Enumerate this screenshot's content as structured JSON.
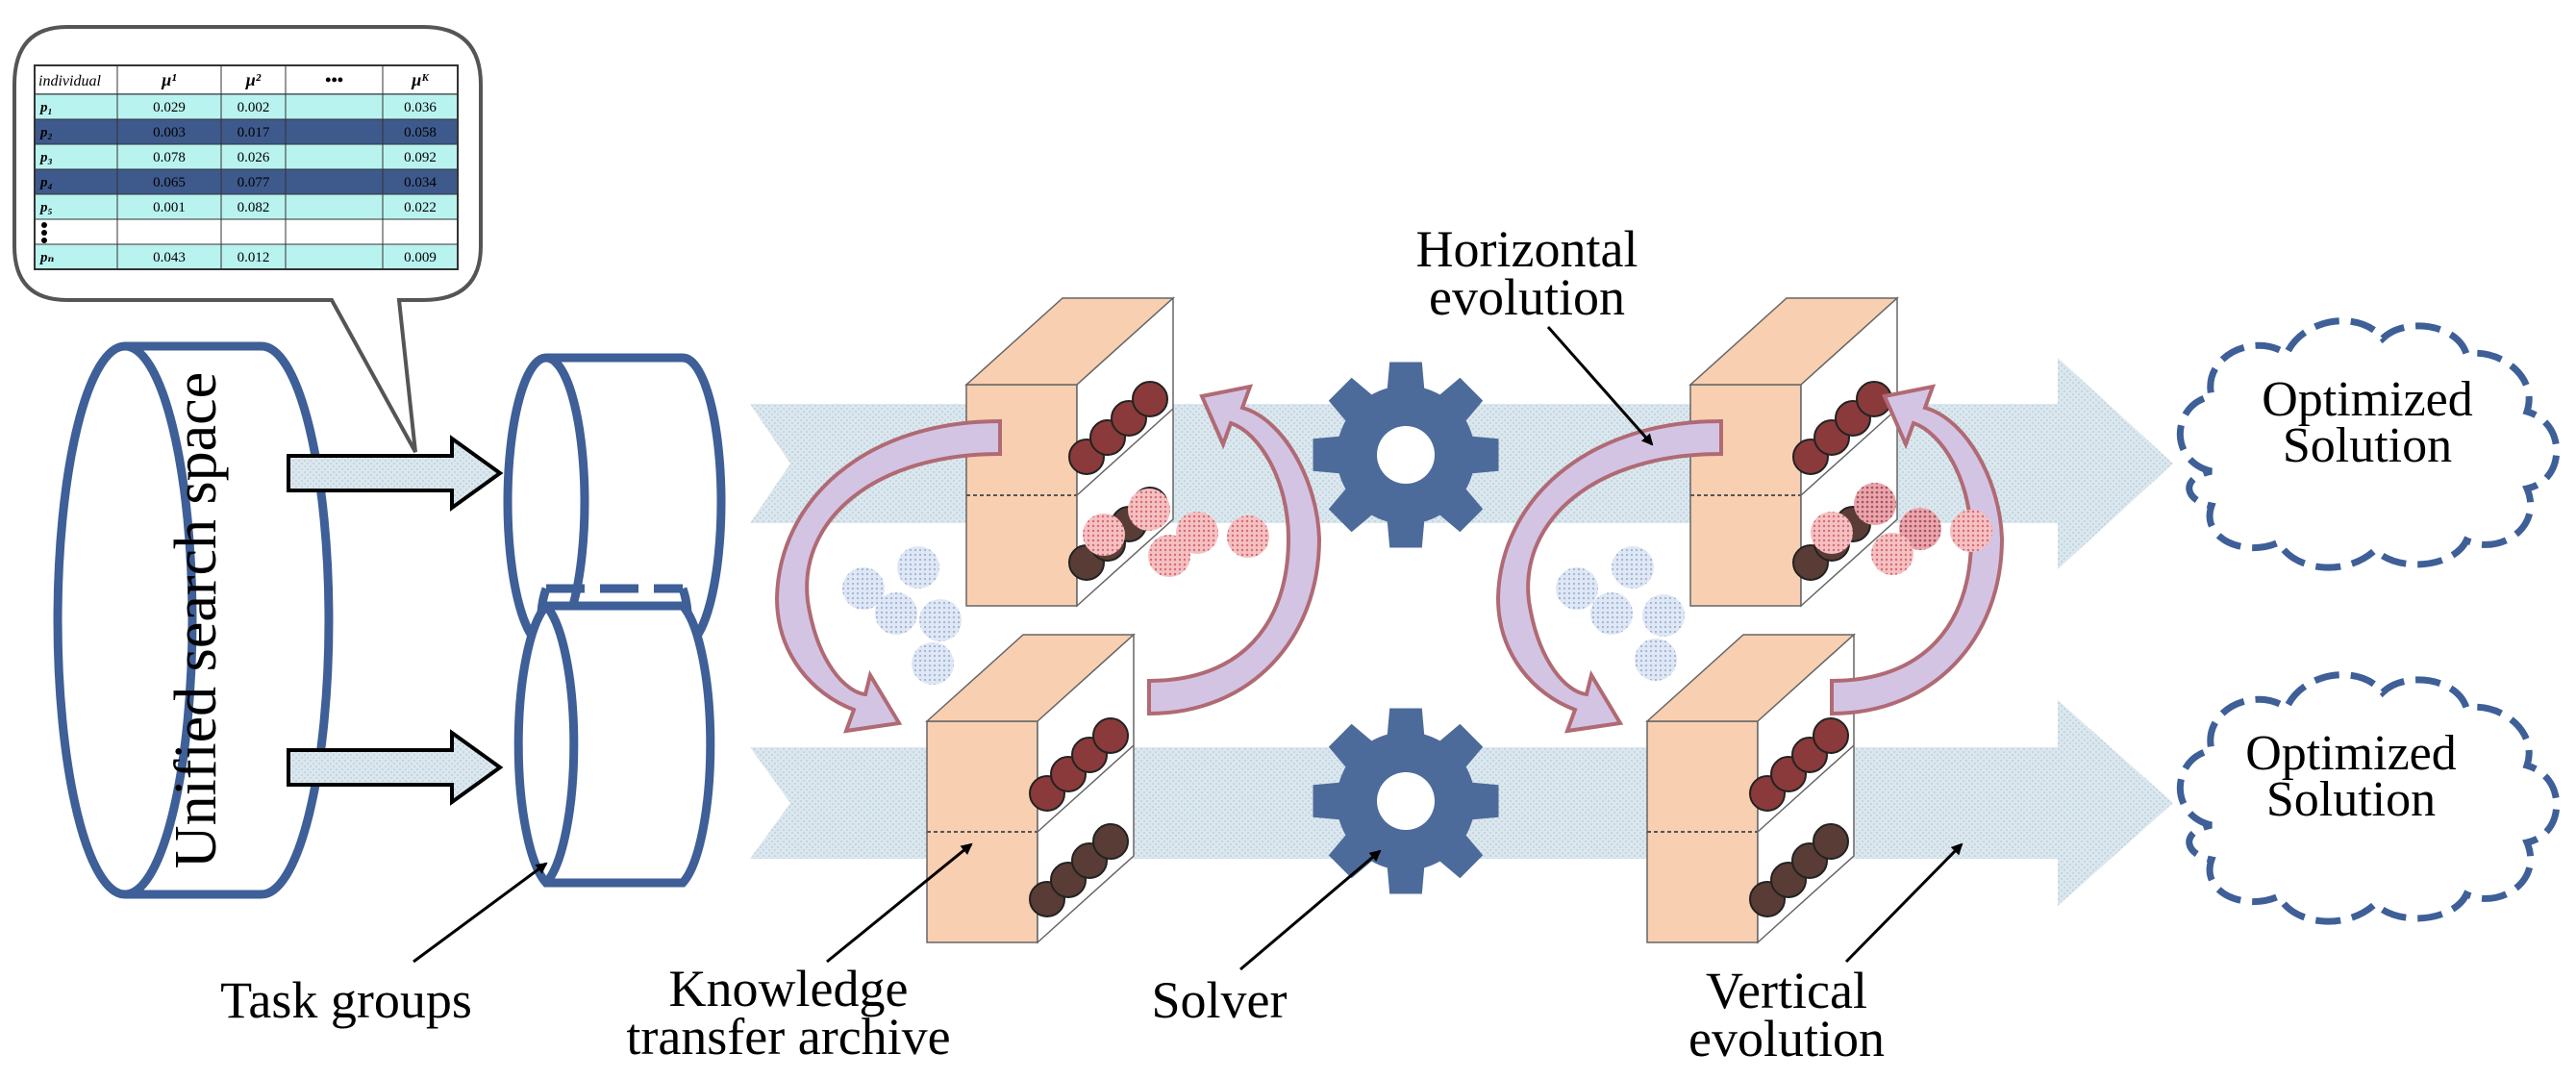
{
  "labels": {
    "unified_search_space": "Unified search space",
    "task_groups": "Task groups",
    "knowledge_line1": "Knowledge",
    "knowledge_line2": "transfer archive",
    "solver": "Solver",
    "horizontal_line1": "Horizontal",
    "horizontal_line2": "evolution",
    "vertical_line1": "Vertical",
    "vertical_line2": "evolution",
    "optimized_line1": "Optimized",
    "optimized_line2": "Solution"
  },
  "table": {
    "headers": [
      "individual",
      "μ¹",
      "μ²",
      "•••",
      "μᴷ"
    ],
    "rows": [
      {
        "id": "p₁",
        "v1": "0.029",
        "v2": "0.002",
        "vk": "0.036"
      },
      {
        "id": "p₂",
        "v1": "0.003",
        "v2": "0.017",
        "vk": "0.058"
      },
      {
        "id": "p₃",
        "v1": "0.078",
        "v2": "0.026",
        "vk": "0.092"
      },
      {
        "id": "p₄",
        "v1": "0.065",
        "v2": "0.077",
        "vk": "0.034"
      },
      {
        "id": "p₅",
        "v1": "0.001",
        "v2": "0.082",
        "vk": "0.022"
      },
      {
        "id": "",
        "v1": "",
        "v2": "",
        "vk": ""
      },
      {
        "id": "pₙ",
        "v1": "0.043",
        "v2": "0.012",
        "vk": "0.009"
      }
    ]
  },
  "colors": {
    "outline_blue": "#3e5f97",
    "gear_blue": "#4d6b9a",
    "band_fill": "#dbe7ee",
    "box_orange": "#f8cfb0",
    "dot_dark_red": "#8a3a3a",
    "dot_dark_brown": "#5a3c36",
    "arrow_fill": "#c9b9d6",
    "arrow_stroke": "#b06a74",
    "dot_light_blue": "#b9c9e6",
    "dot_pink": "#e38a8e",
    "table_cyan": "#b9f3ef",
    "table_navy": "#3e5a8c"
  }
}
